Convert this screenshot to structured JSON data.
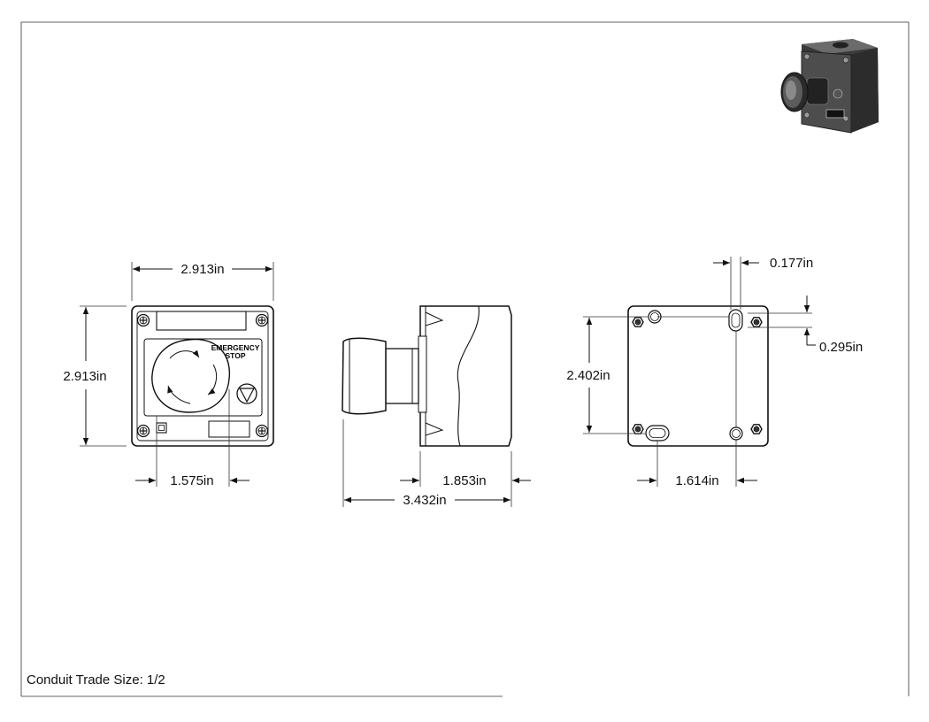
{
  "drawing": {
    "front_width": "2.913in",
    "front_height": "2.913in",
    "button_spacing": "1.575in",
    "side_body_depth": "1.853in",
    "side_overall_depth": "3.432in",
    "hole_offset_x": "0.177in",
    "hole_offset_y": "0.295in",
    "mount_height": "2.402in",
    "mount_width": "1.614in",
    "label_line1": "EMERGENCY",
    "label_line2": "STOP"
  },
  "note": "Conduit Trade Size: 1/2",
  "colors": {
    "line": "#111111",
    "render_body": "#4a4a4a",
    "render_dark": "#2a2a2a"
  },
  "icons": [
    "screw-icon",
    "hex-nut-icon",
    "stop-triangle-icon",
    "rotate-arrow-icon"
  ]
}
